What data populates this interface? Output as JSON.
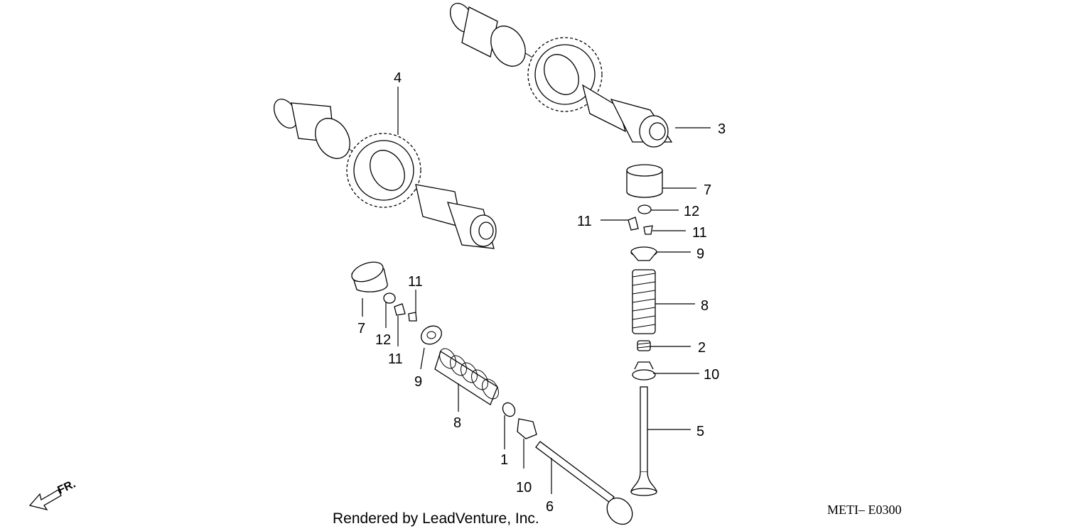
{
  "callouts": {
    "c1": "1",
    "c2": "2",
    "c3": "3",
    "c4": "4",
    "c5": "5",
    "c6": "6",
    "c7a": "7",
    "c7b": "7",
    "c8a": "8",
    "c8b": "8",
    "c9a": "9",
    "c9b": "9",
    "c10a": "10",
    "c10b": "10",
    "c11a": "11",
    "c11b": "11",
    "c11c": "11",
    "c11d": "11",
    "c12a": "12",
    "c12b": "12"
  },
  "footer": {
    "credit": "Rendered by LeadVenture, Inc.",
    "code": "METI– E0300",
    "direction": "FR."
  }
}
